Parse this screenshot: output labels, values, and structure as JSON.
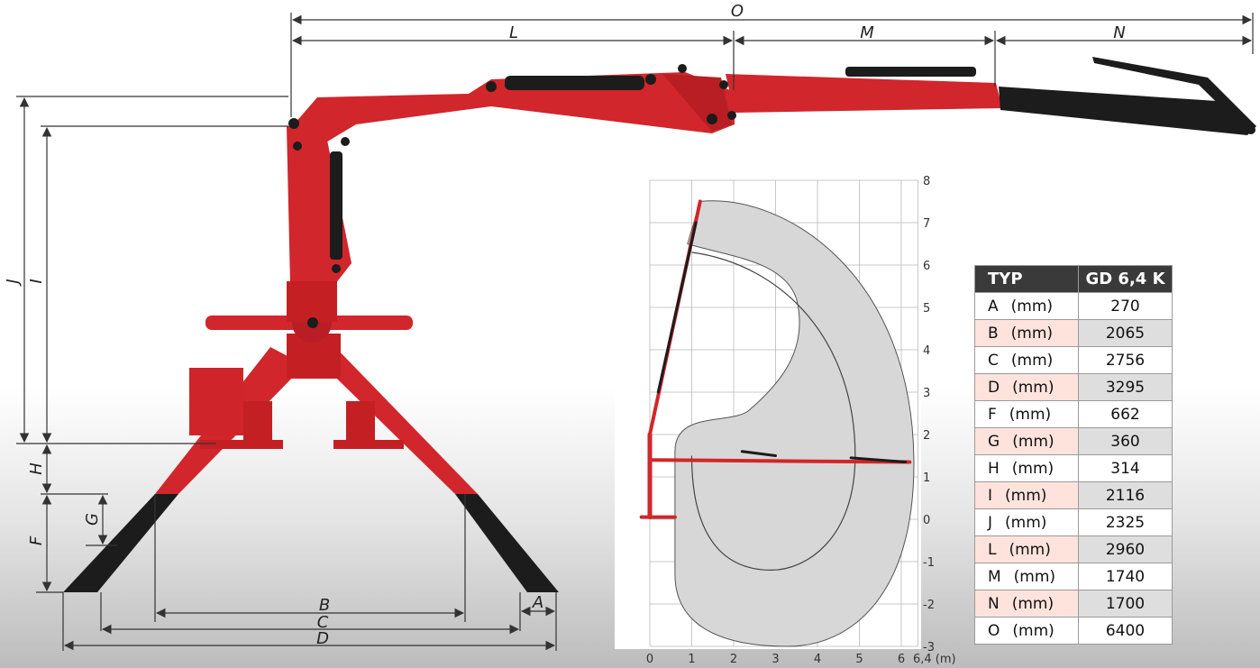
{
  "dimension_labels": {
    "O": "O",
    "L": "L",
    "M": "M",
    "N": "N",
    "J": "J",
    "I": "I",
    "H": "H",
    "F": "F",
    "G": "G",
    "A": "A",
    "B": "B",
    "C": "C",
    "D": "D"
  },
  "reach_chart": {
    "x_ticks": [
      "0",
      "1",
      "2",
      "3",
      "4",
      "5",
      "6"
    ],
    "x_end_label": "6,4 (m)",
    "y_ticks": [
      "8",
      "7",
      "6",
      "5",
      "4",
      "3",
      "2",
      "1",
      "0",
      "-1",
      "-2",
      "-3"
    ],
    "x_range": [
      0,
      6.4
    ],
    "y_range": [
      -3,
      8
    ],
    "colors": {
      "working_area": "#d7d7d7",
      "crane": "#d1262b",
      "grid": "#b9b9b9"
    }
  },
  "spec_table": {
    "header_type": "TYP",
    "header_model": "GD 6,4 K",
    "unit": "(mm)",
    "rows": [
      {
        "name": "A",
        "value": "270"
      },
      {
        "name": "B",
        "value": "2065"
      },
      {
        "name": "C",
        "value": "2756"
      },
      {
        "name": "D",
        "value": "3295"
      },
      {
        "name": "F",
        "value": "662"
      },
      {
        "name": "G",
        "value": "360"
      },
      {
        "name": "H",
        "value": "314"
      },
      {
        "name": "I",
        "value": "2116"
      },
      {
        "name": "J",
        "value": "2325"
      },
      {
        "name": "L",
        "value": "2960"
      },
      {
        "name": "M",
        "value": "1740"
      },
      {
        "name": "N",
        "value": "1700"
      },
      {
        "name": "O",
        "value": "6400"
      }
    ]
  },
  "colors": {
    "crane_red": "#d1262b",
    "crane_dark": "#1c1c1c",
    "dim_line": "#333333"
  }
}
